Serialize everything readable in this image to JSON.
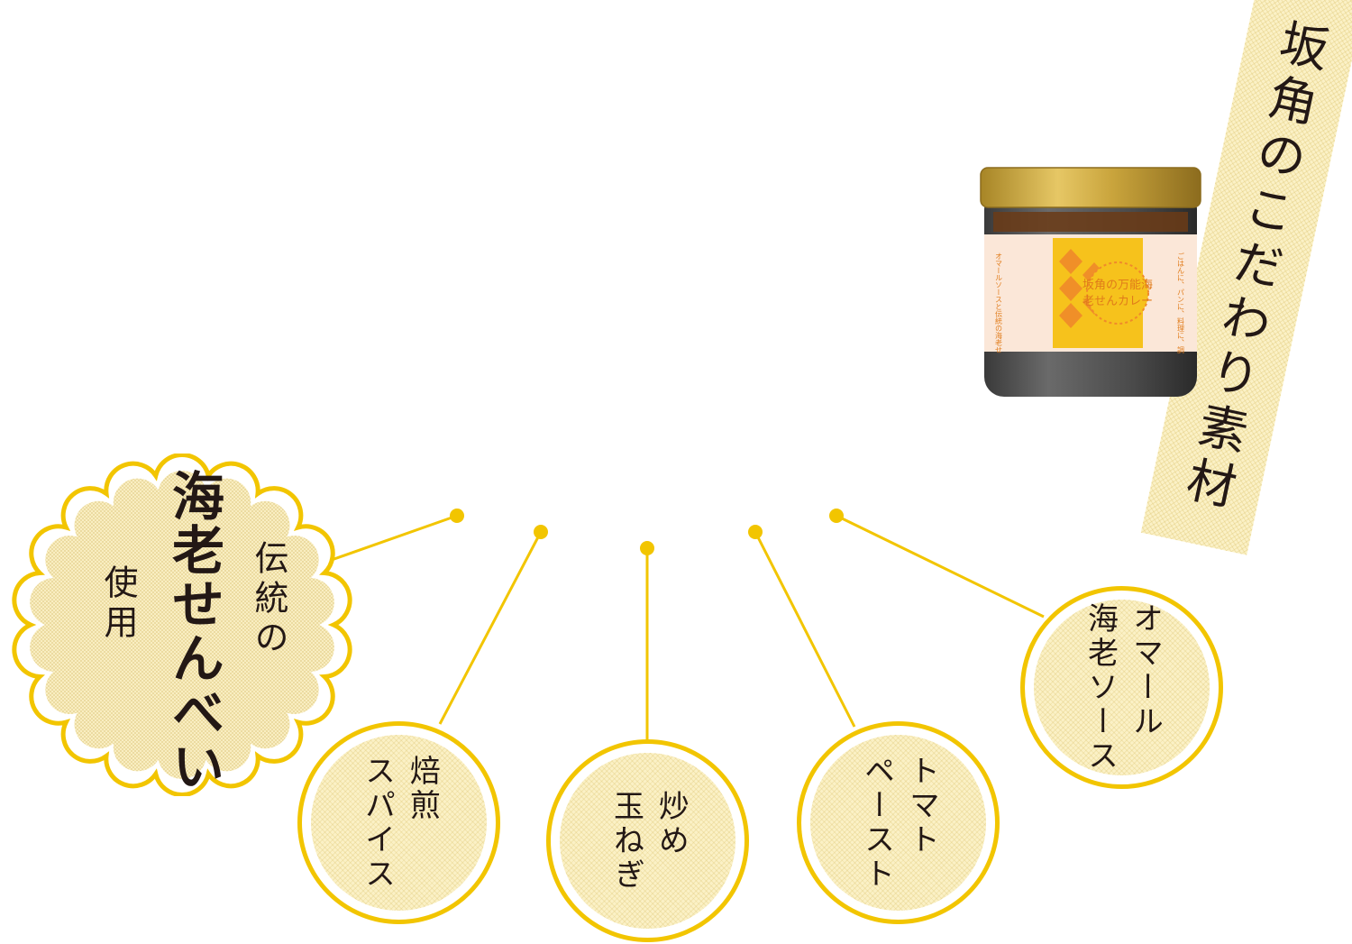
{
  "banner": {
    "text": "坂角のこだわり素材"
  },
  "product": {
    "lid_color": "#c9a43c",
    "label_title": "坂角の万能海老せんカレー",
    "label_left": "オマールソースと伝統の海老せんべい、トマトの旨み濃厚香り立つスパイス",
    "label_right": "ごはんに、パンに、料理に、調味料に。"
  },
  "badge": {
    "line_1": "伝統の",
    "line_2": "海老せんべい",
    "line_3": "使用"
  },
  "ingredients": [
    {
      "lines": [
        "焙煎",
        "スパイス"
      ]
    },
    {
      "lines": [
        "炒め",
        "玉ねぎ"
      ]
    },
    {
      "lines": [
        "トマト",
        "ペースト"
      ]
    },
    {
      "lines": [
        "オマール",
        "海老ソース"
      ]
    }
  ],
  "colors": {
    "accent": "#f2c500",
    "fill": "#fbf1c6",
    "text": "#231815"
  }
}
